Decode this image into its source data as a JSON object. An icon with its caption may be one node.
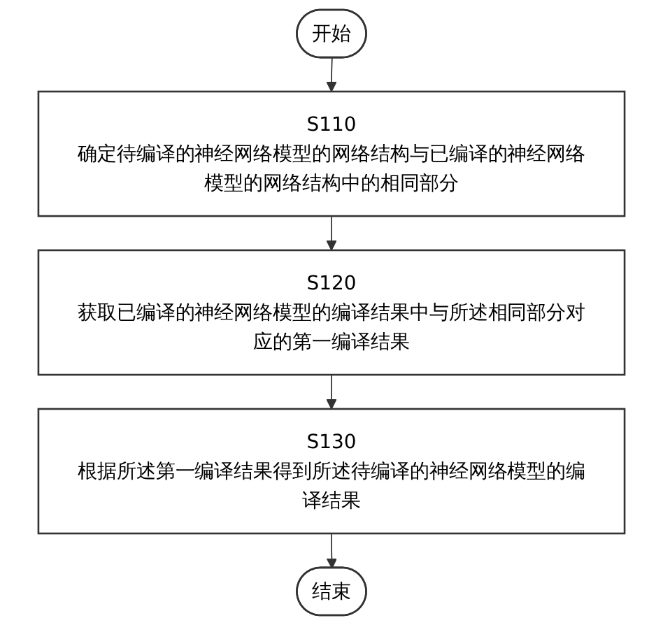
{
  "diagram": {
    "nodes": [
      {
        "text": [
          "开始"
        ]
      },
      {
        "text": [
          "S110",
          "确定待编译的神经网络模型的网络结构与已编译的神经网络模型的网络结构中的相同部分"
        ]
      },
      {
        "text": [
          "S120",
          "获取已编译的神经网络模型的编译结果中与所述相同部分对应的第一编译结果"
        ]
      },
      {
        "text": [
          "S130",
          "根据所述第一编译结果得到所述待编译的神经网络模型的编译结果"
        ]
      },
      {
        "text": [
          "结束"
        ]
      }
    ],
    "edges": [
      {
        "from": 0,
        "to": 1,
        "arrow": "to"
      },
      {
        "from": 1,
        "to": 2,
        "arrow": "to"
      },
      {
        "from": 2,
        "to": 3,
        "arrow": "to"
      },
      {
        "from": 3,
        "to": 4,
        "arrow": "to"
      }
    ]
  }
}
